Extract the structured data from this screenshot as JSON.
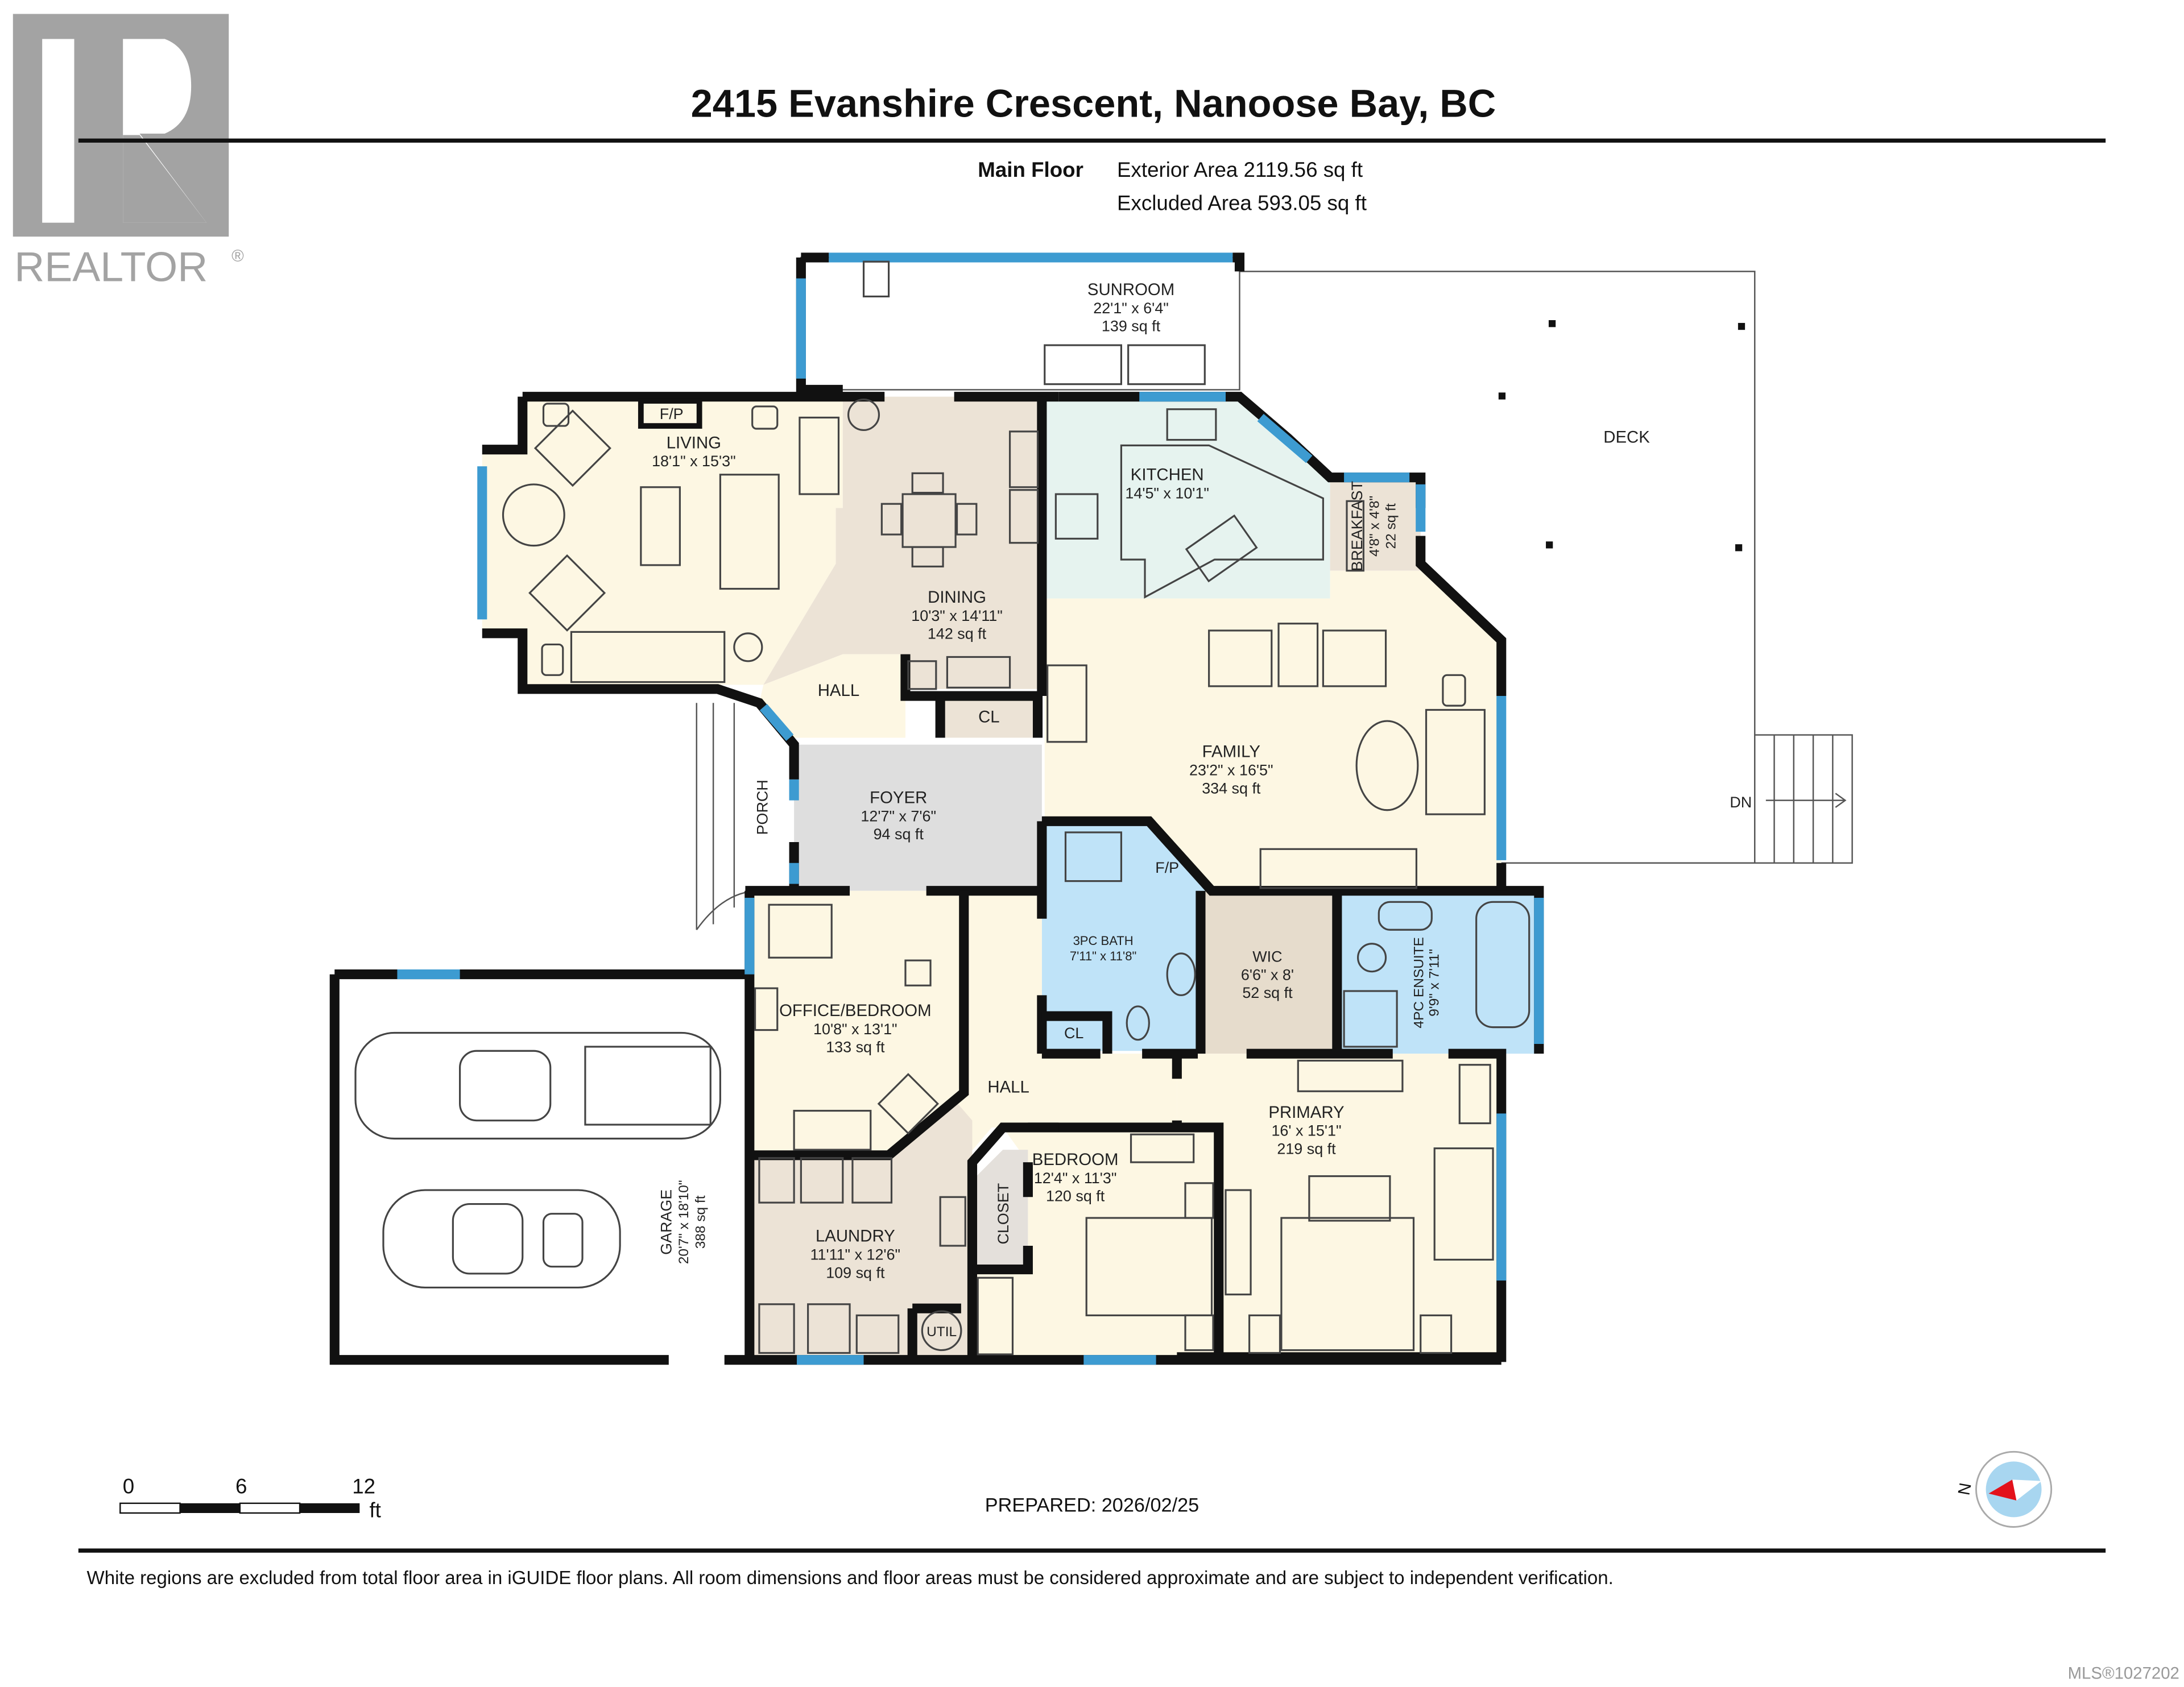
{
  "header": {
    "logo_text": "REALTOR",
    "logo_mark": "®",
    "address": "2415 Evanshire Crescent, Nanoose Bay, BC",
    "floor_label": "Main Floor",
    "exterior_area": "Exterior Area 2119.56 sq ft",
    "excluded_area": "Excluded Area 593.05 sq ft"
  },
  "rooms": {
    "sunroom": {
      "name": "SUNROOM",
      "dims": "22'1\" x 6'4\"",
      "area": "139 sq ft"
    },
    "living": {
      "name": "LIVING",
      "dims": "18'1\" x 15'3\""
    },
    "living_fp": {
      "name": "F/P"
    },
    "dining": {
      "name": "DINING",
      "dims": "10'3\" x 14'11\"",
      "area": "142 sq ft"
    },
    "kitchen": {
      "name": "KITCHEN",
      "dims": "14'5\" x 10'1\""
    },
    "breakfast": {
      "name": "BREAKFAST",
      "dims": "4'8\" x 4'8\"",
      "area": "22 sq ft"
    },
    "deck": {
      "name": "DECK"
    },
    "stairs_dn": {
      "name": "DN"
    },
    "hall_upper": {
      "name": "HALL"
    },
    "cl_upper": {
      "name": "CL"
    },
    "porch": {
      "name": "PORCH"
    },
    "foyer": {
      "name": "FOYER",
      "dims": "12'7\" x 7'6\"",
      "area": "94 sq ft"
    },
    "family": {
      "name": "FAMILY",
      "dims": "23'2\" x 16'5\"",
      "area": "334 sq ft"
    },
    "family_fp": {
      "name": "F/P"
    },
    "bath3": {
      "name": "3PC BATH",
      "dims": "7'11\" x 11'8\""
    },
    "cl_lower": {
      "name": "CL"
    },
    "wic": {
      "name": "WIC",
      "dims": "6'6\" x 8'",
      "area": "52 sq ft"
    },
    "ensuite": {
      "name": "4PC ENSUITE",
      "dims": "9'9\" x 7'11\""
    },
    "office": {
      "name": "OFFICE/BEDROOM",
      "dims": "10'8\" x 13'1\"",
      "area": "133 sq ft"
    },
    "hall_lower": {
      "name": "HALL"
    },
    "primary": {
      "name": "PRIMARY",
      "dims": "16' x 15'1\"",
      "area": "219 sq ft"
    },
    "bedroom": {
      "name": "BEDROOM",
      "dims": "12'4\" x 11'3\"",
      "area": "120 sq ft"
    },
    "closet": {
      "name": "CLOSET"
    },
    "garage": {
      "name": "GARAGE",
      "dims": "20'7\" x 18'10\"",
      "area": "388 sq ft"
    },
    "laundry": {
      "name": "LAUNDRY",
      "dims": "11'11\" x 12'6\"",
      "area": "109 sq ft"
    },
    "util": {
      "name": "UTIL"
    }
  },
  "scale_bar": {
    "ticks": [
      "0",
      "6",
      "12"
    ],
    "unit": "ft"
  },
  "prepared": "PREPARED: 2026/02/25",
  "compass": {
    "label": "N"
  },
  "disclaimer": "White regions are excluded from total floor area in iGUIDE floor plans. All room dimensions and floor areas must be considered approximate and are subject to independent verification.",
  "mls": "MLS®1027202",
  "colors": {
    "living": "#fdf7e3",
    "dining": "#ece3d6",
    "kitchen": "#e6f3ef",
    "bath": "#bfe3f8",
    "foyer": "#dedede",
    "wic": "#e6dccc",
    "window": "#3d9bd1",
    "wall": "#111111",
    "compass_needle": "#e3121b"
  }
}
